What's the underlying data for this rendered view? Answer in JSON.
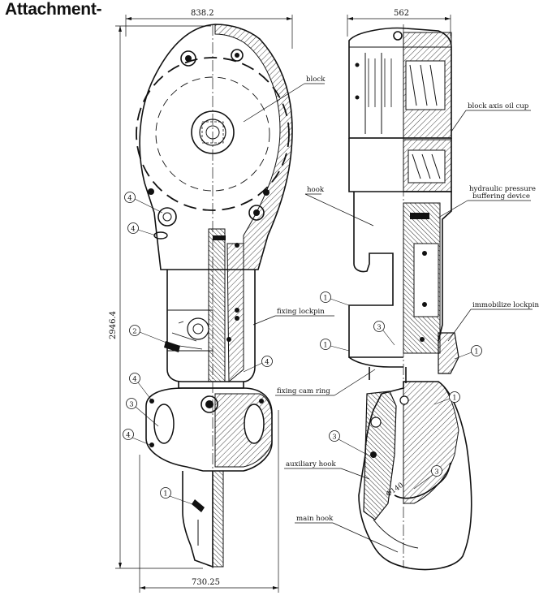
{
  "header": {
    "title": "Attachment-"
  },
  "dimensions": {
    "left_top_width": "838.2",
    "left_bottom_width": "730.25",
    "left_height": "2946.4",
    "right_top_width": "562"
  },
  "labels": {
    "block": "block",
    "block_axis_oil_cup": "block axis oil cup",
    "hook": "hook",
    "hydraulic_line1": "hydraulic pressure",
    "hydraulic_line2": "buffering device",
    "fixing_lockpin": "fixing lockpin",
    "immobilize_lockpin": "immobilize lockpin",
    "fixing_cam_ring": "fixing cam ring",
    "auxiliary_hook": "auxiliary hook",
    "main_hook": "main hook",
    "phi": "Φ140"
  },
  "callouts": {
    "c1": "1",
    "c2": "2",
    "c3": "3",
    "c4": "4"
  }
}
